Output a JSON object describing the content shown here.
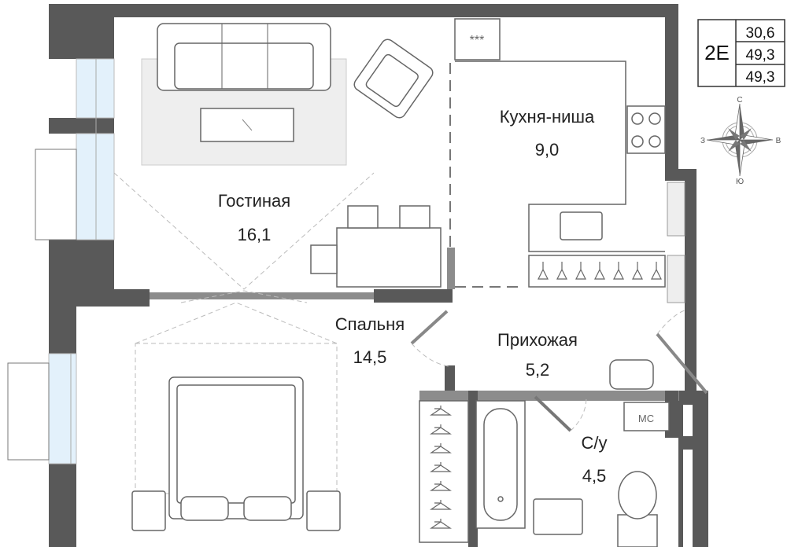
{
  "apartment": {
    "type_code": "2E",
    "areas": [
      "30,6",
      "49,3",
      "49,3"
    ]
  },
  "compass": {
    "north": "С",
    "south": "Ю",
    "west": "З",
    "east": "В"
  },
  "rooms": [
    {
      "name": "Гостиная",
      "area": "16,1"
    },
    {
      "name": "Кухня-ниша",
      "area": "9,0"
    },
    {
      "name": "Спальня",
      "area": "14,5"
    },
    {
      "name": "Прихожая",
      "area": "5,2"
    },
    {
      "name": "С/у",
      "area": "4,5"
    }
  ],
  "fixtures": {
    "stove_mark": "***",
    "washer_label": "МС"
  },
  "colors": {
    "wall": "#595959",
    "partition": "#8c8c8c",
    "window": "#e3f1fb"
  }
}
